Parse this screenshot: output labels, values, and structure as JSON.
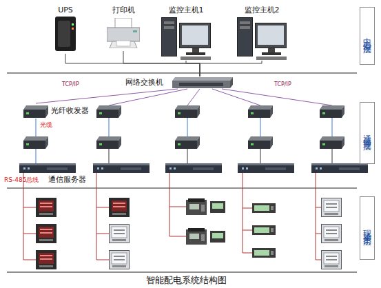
{
  "diagram": {
    "caption": "智能配电系统结构图",
    "nodes": [
      {
        "text": [
          "UPS"
        ]
      },
      {
        "text": [
          "打印机"
        ]
      },
      {
        "text": [
          "监控主机1"
        ]
      },
      {
        "text": [
          "监控主机2"
        ]
      },
      {
        "text": [
          "中心监控层"
        ]
      },
      {
        "text": [
          "网络交换机"
        ]
      },
      {
        "text": [
          "通信管理层"
        ]
      },
      {
        "text": [
          "光纤收发器"
        ]
      },
      {
        "text": [
          "通信服务器"
        ]
      },
      {
        "text": [
          "现场采集层"
        ]
      }
    ],
    "edges": [
      {
        "from": 0,
        "to": 5,
        "arrow": "none"
      },
      {
        "from": 1,
        "to": 5,
        "arrow": "none"
      },
      {
        "from": 2,
        "to": 5,
        "arrow": "none"
      },
      {
        "from": 3,
        "to": 5,
        "arrow": "none"
      },
      {
        "from": 5,
        "to": 7,
        "label": "TCP/IP",
        "arrow": "none"
      },
      {
        "from": 7,
        "to": 8,
        "label": "光缆",
        "arrow": "none"
      }
    ],
    "labels": [
      "TCP/IP",
      "RS-485总线"
    ]
  }
}
